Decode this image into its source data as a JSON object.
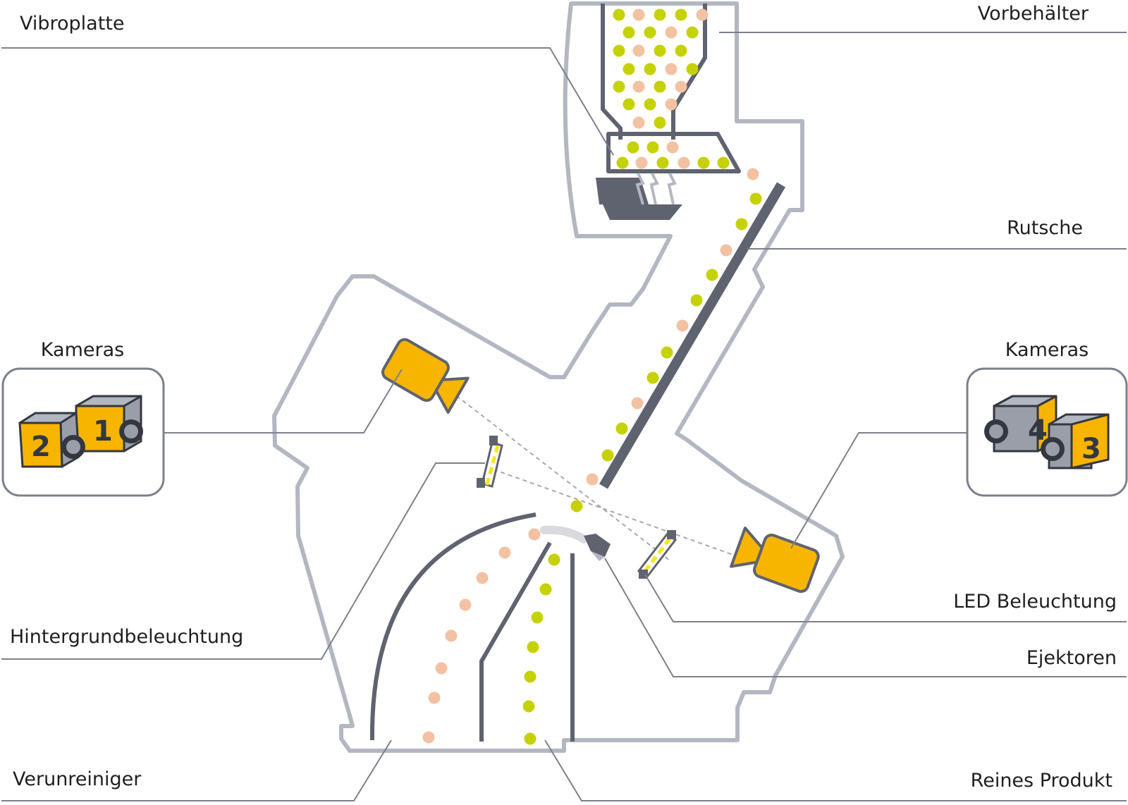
{
  "labels": {
    "vibroplatte": "Vibroplatte",
    "vorbehaelter": "Vorbehälter",
    "rutsche": "Rutsche",
    "kameras_left": "Kameras",
    "kameras_right": "Kameras",
    "led": "LED Beleuchtung",
    "hintergrund": "Hintergrundbeleuchtung",
    "ejektoren": "Ejektoren",
    "verunreiniger": "Verunreiniger",
    "reines_produkt": "Reines Produkt"
  },
  "camera_numbers": [
    "1",
    "2",
    "3",
    "4"
  ],
  "colors": {
    "housing": "#b3b7c2",
    "dark": "#5f636f",
    "leader": "#7c808b",
    "camera_yellow": "#f7b500",
    "good_particle": "#c5d200",
    "bad_particle": "#f2c2a2",
    "led_yellow": "#f5e61a"
  },
  "icons": {
    "camera": "camera-icon",
    "ejector": "ejector-nozzle-icon",
    "led": "led-light-icon",
    "vibrator": "vibrator-icon"
  }
}
